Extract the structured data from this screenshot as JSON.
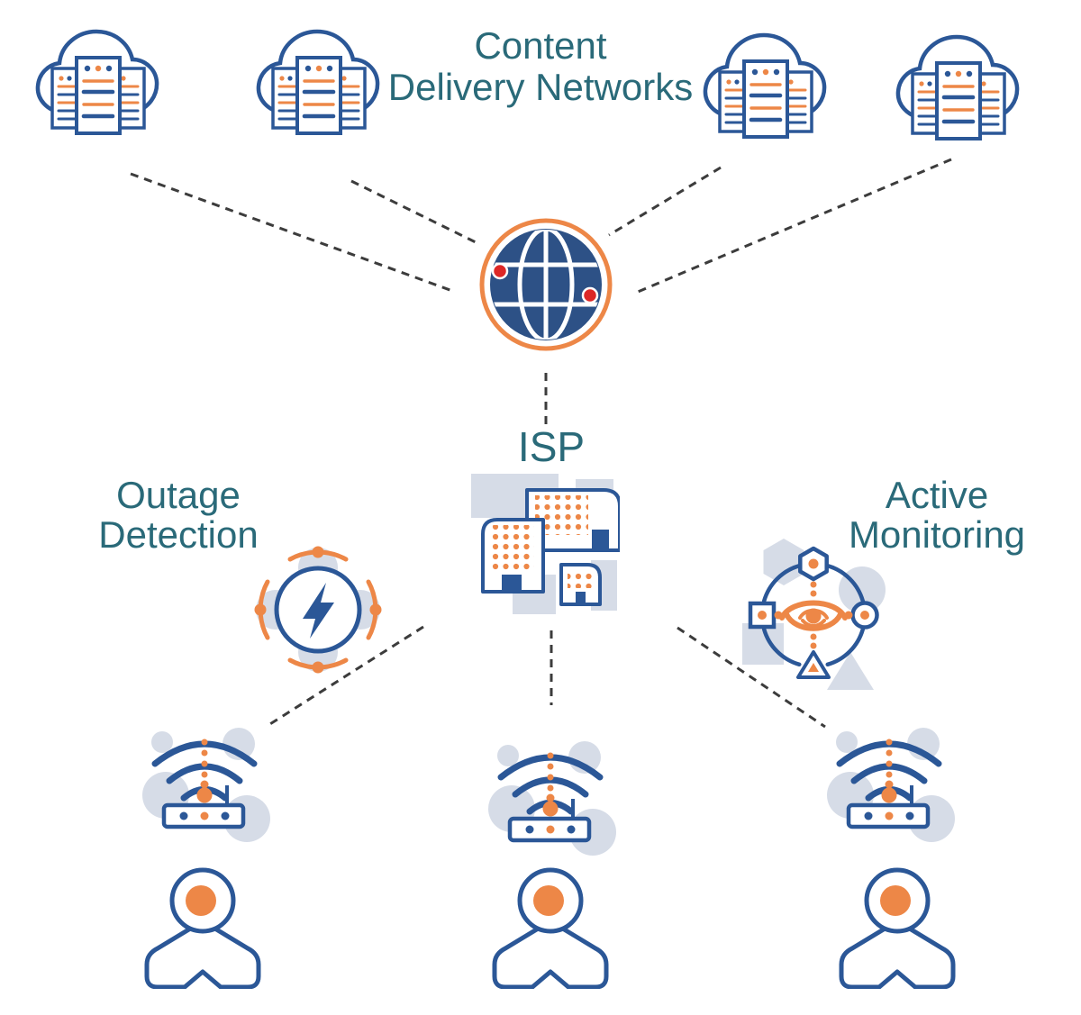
{
  "labels": {
    "cdn_line1": "Content",
    "cdn_line2": "Delivery Networks",
    "isp": "ISP",
    "outage_line1": "Outage",
    "outage_line2": "Detection",
    "active_line1": "Active",
    "active_line2": "Monitoring"
  },
  "icons": {
    "cdn": "cloud-server-icon",
    "internet": "globe-icon",
    "isp": "buildings-icon",
    "outage": "lightning-circle-icon",
    "active": "eye-monitoring-icon",
    "router": "wifi-router-icon",
    "user": "person-icon"
  },
  "colors": {
    "primary_blue": "#2B5797",
    "globe_navy": "#2D5186",
    "accent_orange": "#ED8747",
    "alert_red": "#DD2726",
    "label_teal": "#2A6A79",
    "shape_gray": "#D6DCE7",
    "dash_gray": "#3C3C3C",
    "background": "#FFFFFF"
  }
}
